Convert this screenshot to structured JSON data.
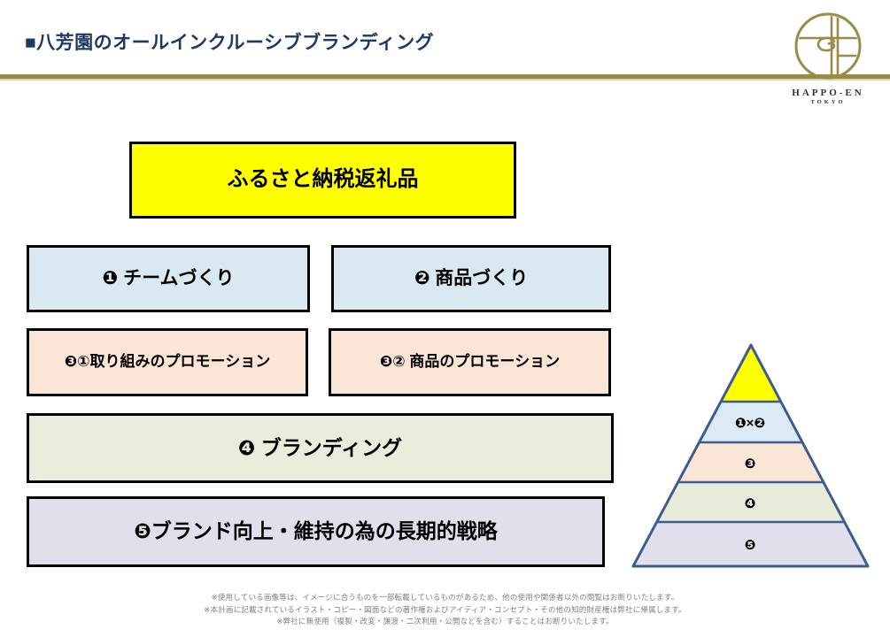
{
  "header": {
    "title": "■八芳園のオールインクルーシブブランディング",
    "logo": {
      "brand": "HAPPO-EN",
      "sub": "TOKYO"
    }
  },
  "colors": {
    "title_navy": "#1F3864",
    "rule_gold": "#9A8C3E",
    "logo_gold": "#9C8A47",
    "box_yellow": "#FFFF00",
    "box_blue": "#D9E8F1",
    "box_peach": "#FBE5D6",
    "box_green": "#EAEDDC",
    "box_lavender": "#E2DFEC",
    "pyramid_border": "#3E5C8F"
  },
  "diagram": {
    "top_box": "ふるさと納税返礼品",
    "boxes": [
      {
        "id": "1",
        "label": "❶ チームづくり"
      },
      {
        "id": "2",
        "label": "❷ 商品づくり"
      },
      {
        "id": "3a",
        "label": "❸①取り組みのプロモーション"
      },
      {
        "id": "3b",
        "label": "❸② 商品のプロモーション"
      },
      {
        "id": "4",
        "label": "❹ ブランディング"
      },
      {
        "id": "5",
        "label": "❺ブランド向上・維持の為の長期的戦略"
      }
    ]
  },
  "pyramid": {
    "layers": [
      {
        "label": "",
        "color": "#FFFF00"
      },
      {
        "label": "❶×❷",
        "color": "#DCEAF5"
      },
      {
        "label": "❸",
        "color": "#FBE5D6"
      },
      {
        "label": "❹",
        "color": "#E8EDDB"
      },
      {
        "label": "❺",
        "color": "#E2DFEC"
      }
    ]
  },
  "footer": {
    "lines": [
      "※使用している画像等は、イメージに合うものを一部転載しているものがあるため、他の使用や関係者以外の閲覧はお断りいたします。",
      "※本計画に記載されているイラスト・コピー・図面などの著作権およびアイディア・コンセプト・その他の知的財産権は弊社に帰属します。",
      "※弊社に無使用（複製・改変・譲渡・二次利用・公開などを含む）することはお断りいたします。"
    ]
  }
}
